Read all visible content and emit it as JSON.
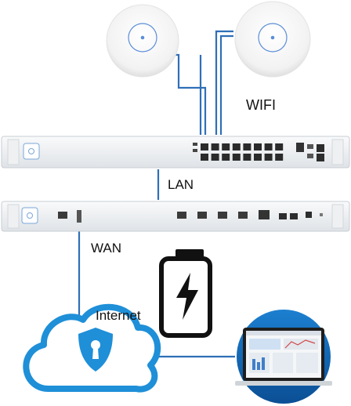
{
  "labels": {
    "wifi": "WIFI",
    "lan": "LAN",
    "wan": "WAN",
    "internet": "Internet"
  },
  "colors": {
    "cable": "#2f6fb7",
    "cloud": "#1f8fd8",
    "device_body": "#f1f3f5",
    "battery": "#111111"
  },
  "icons": {
    "access_point": "ubiquiti-logo-icon",
    "shield": "shield-keyhole-icon",
    "battery": "battery-charging-icon"
  }
}
